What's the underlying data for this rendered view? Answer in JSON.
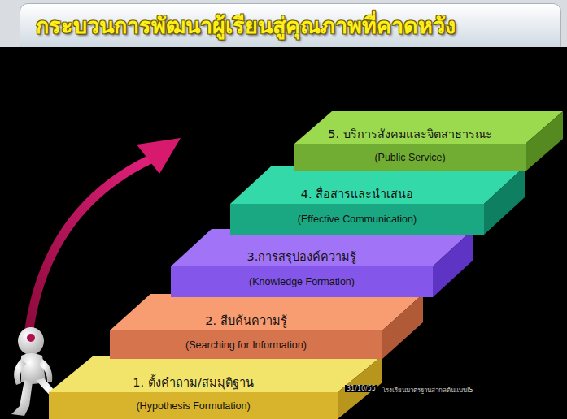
{
  "diagram": {
    "title": "กระบวนการพัฒนาผู้เรียนสู่คุณภาพที่คาดหวัง",
    "nodes": [
      {
        "text": [
          "1. ตั้งคำถาม/สมมุติฐาน",
          "(Hypothesis Formulation)"
        ]
      },
      {
        "text": [
          "2. สืบค้นความรู้",
          "(Searching for Information)"
        ]
      },
      {
        "text": [
          "3.การสรุปองค์ความรู้",
          "(Knowledge Formation)"
        ]
      },
      {
        "text": [
          "4. สื่อสารและนำเสนอ",
          "(Effective Communication)"
        ]
      },
      {
        "text": [
          "5. บริการสังคมและจิตสาธารณะ",
          "(Public Service)"
        ]
      }
    ],
    "labels": [
      "31/10/55",
      "โรงเรียนมาตรฐานสากลต้นแบบIS"
    ]
  }
}
